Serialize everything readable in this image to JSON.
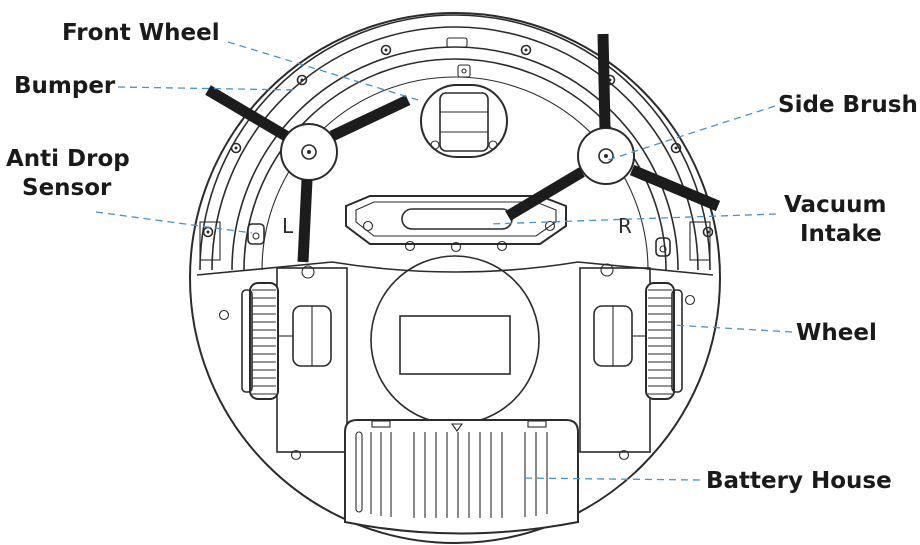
{
  "labels": {
    "front_wheel": "Front Wheel",
    "bumper": "Bumper",
    "anti_drop_1": "Anti Drop",
    "anti_drop_2": "Sensor",
    "side_brush": "Side Brush",
    "vacuum_1": "Vacuum",
    "vacuum_2": "Intake",
    "wheel": "Wheel",
    "battery": "Battery House"
  },
  "marks": {
    "left": "L",
    "right": "R"
  },
  "colors": {
    "leader_line": "#4a93c9",
    "outline": "#2b2b2b",
    "brush": "#1c1c1c"
  }
}
